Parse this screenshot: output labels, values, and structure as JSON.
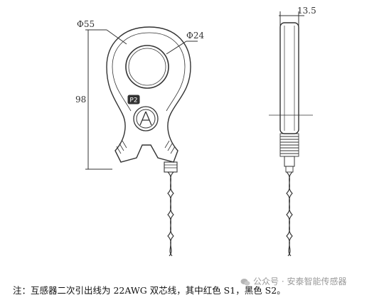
{
  "dimensions": {
    "outer_diameter": "Φ55",
    "inner_diameter": "Φ24",
    "height": "98",
    "thickness": "13.5"
  },
  "labels": {
    "badge": "P2",
    "arrow_mark": "A"
  },
  "note": "注：互感器二次引出线为 22AWG 双芯线，其中红色 S1，黑色 S2。",
  "watermark": "公众号 · 安泰智能传感器"
}
